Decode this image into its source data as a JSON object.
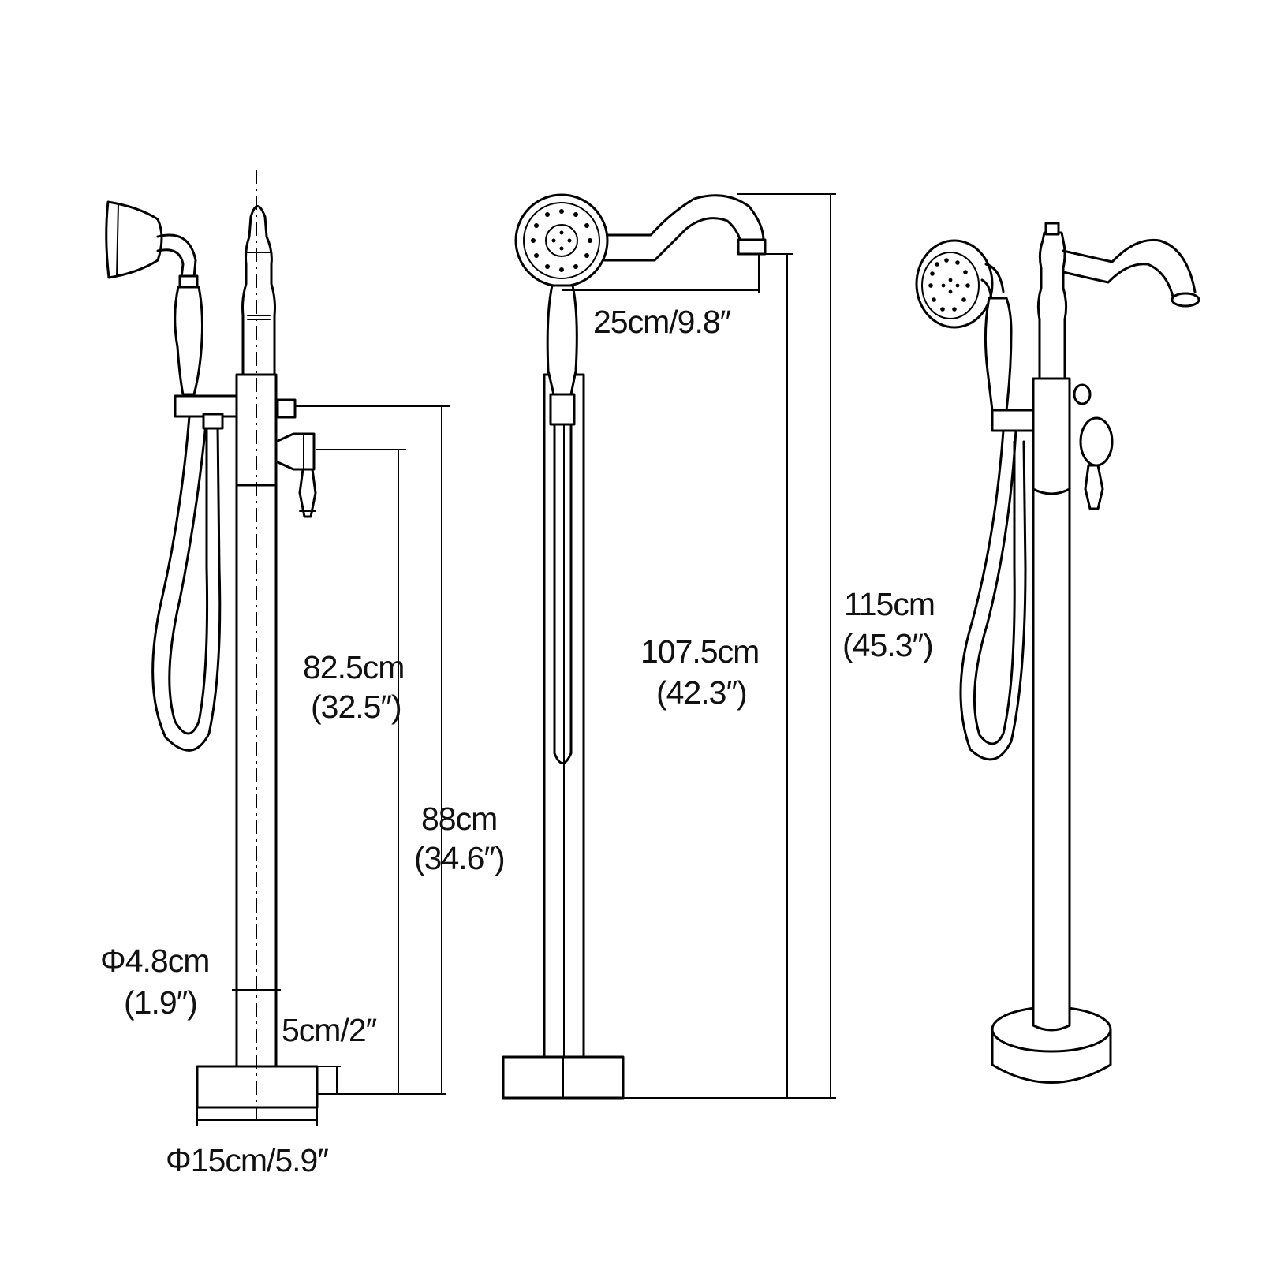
{
  "labels": {
    "spout_reach": "25cm/9.8″",
    "height_to_diverter_cm": "82.5cm",
    "height_to_diverter_in": "(32.5″)",
    "height_to_handle_cm": "88cm",
    "height_to_handle_in": "(34.6″)",
    "spout_outlet_height_cm": "107.5cm",
    "spout_outlet_height_in": "(42.3″)",
    "total_height_cm": "115cm",
    "total_height_in": "(45.3″)",
    "pipe_diameter_cm": "Φ4.8cm",
    "pipe_diameter_in": "(1.9″)",
    "base_height": "5cm/2″",
    "base_diameter": "Φ15cm/5.9″"
  }
}
